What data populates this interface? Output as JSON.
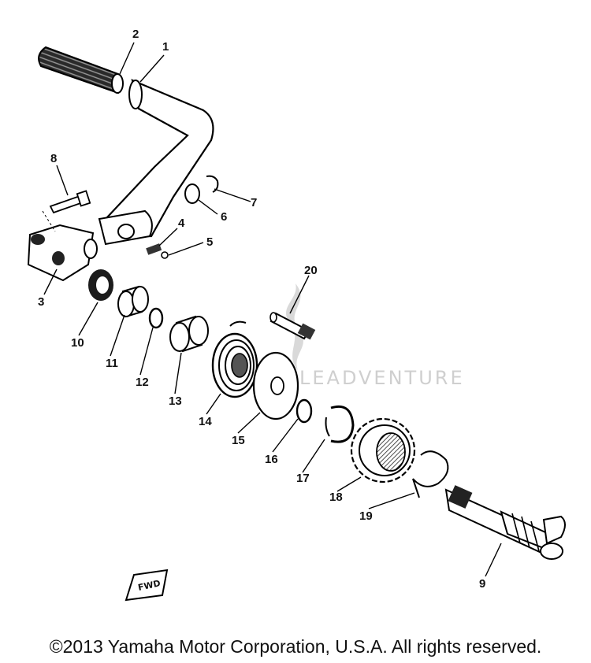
{
  "callouts": {
    "c1": "1",
    "c2": "2",
    "c3": "3",
    "c4": "4",
    "c5": "5",
    "c6": "6",
    "c7": "7",
    "c8": "8",
    "c9": "9",
    "c10": "10",
    "c11": "11",
    "c12": "12",
    "c13": "13",
    "c14": "14",
    "c15": "15",
    "c16": "16",
    "c17": "17",
    "c18": "18",
    "c19": "19",
    "c20": "20"
  },
  "fwd_mark": "FWD",
  "watermark": "LEADVENTURE",
  "copyright": "©2013 Yamaha Motor Corporation, U.S.A. All rights reserved.",
  "colors": {
    "ink": "#111111",
    "watermark": "#cfcfcf",
    "background": "#ffffff"
  }
}
